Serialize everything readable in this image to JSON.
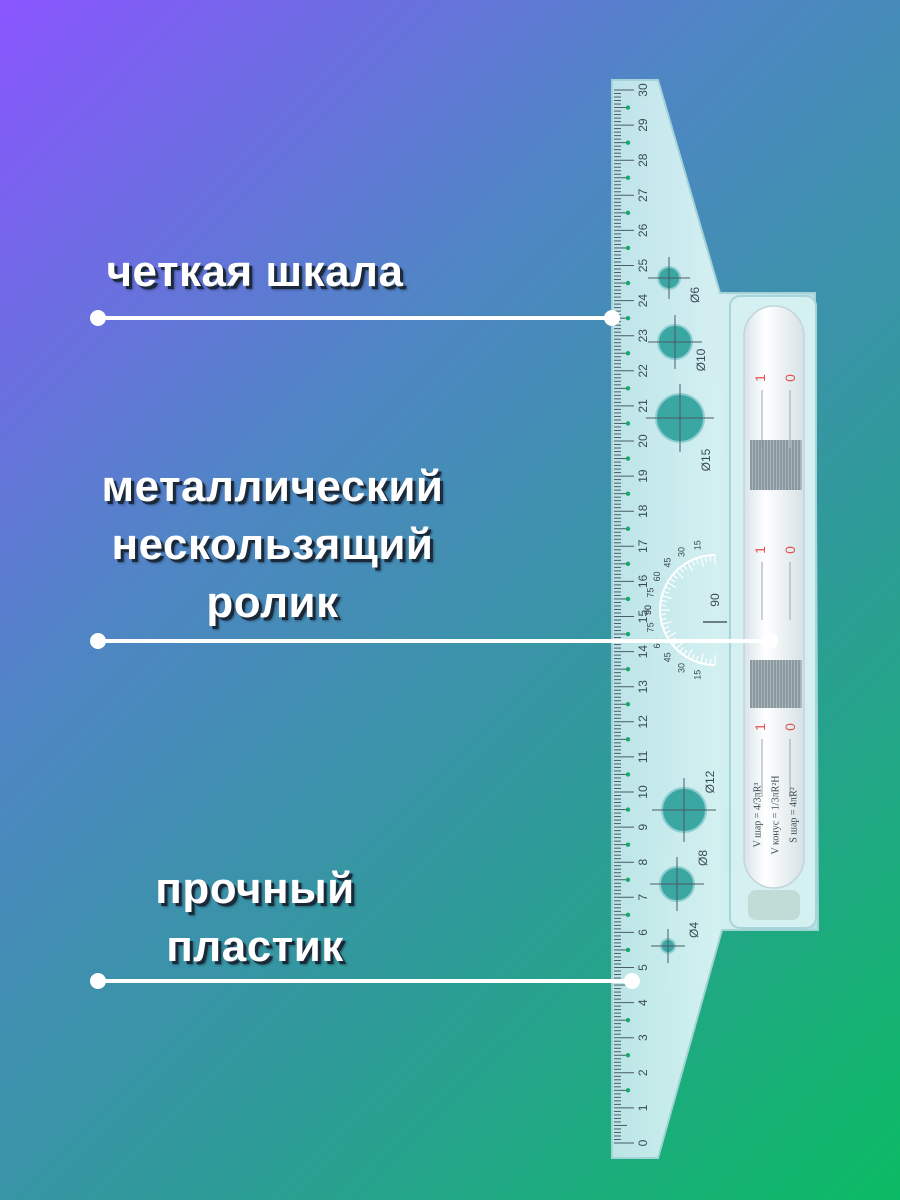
{
  "callouts": [
    {
      "label_lines": [
        "четкая шкала"
      ]
    },
    {
      "label_lines": [
        "металлический",
        "нескользящий",
        "ролик"
      ]
    },
    {
      "label_lines": [
        "прочный",
        "пластик"
      ]
    }
  ],
  "ruler": {
    "scale_numbers": [
      "0",
      "1",
      "2",
      "3",
      "4",
      "5",
      "6",
      "7",
      "8",
      "9",
      "10",
      "11",
      "12",
      "13",
      "14",
      "15",
      "16",
      "17",
      "18",
      "19",
      "20",
      "21",
      "22",
      "23",
      "24",
      "25",
      "26",
      "27",
      "28",
      "29",
      "30"
    ],
    "hole_labels": [
      "Ø6",
      "Ø10",
      "Ø15",
      "Ø12",
      "Ø8",
      "Ø4"
    ],
    "protractor_labels": [
      "15",
      "30",
      "45",
      "60",
      "75",
      "90"
    ],
    "protractor_center_label": "90",
    "roller_marks": [
      "1",
      "0"
    ],
    "formulas": [
      "V шар = 4/3πR³",
      "V конус = 1/3πR²H",
      "S шар = 4πR²"
    ]
  },
  "colors": {
    "plastic": "#cfeef0",
    "plastic_edge": "#9fd2d6",
    "tick": "#4a5a66",
    "roller_red": "#e45050",
    "green_dot": "#1aa86a"
  }
}
